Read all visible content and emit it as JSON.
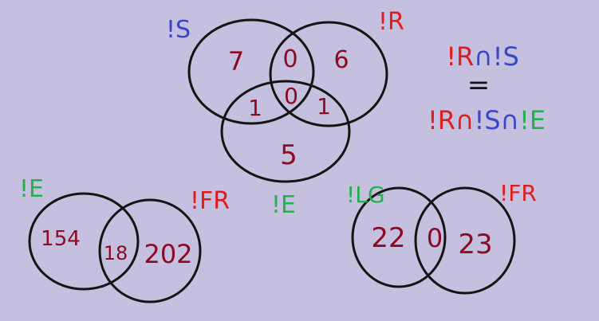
{
  "colors": {
    "background": "#c6c0e0",
    "outline": "#141414",
    "number": "#8c0a22",
    "blue": "#3a46c8",
    "red": "#e01c1c",
    "green": "#22b14c"
  },
  "venn3": {
    "labels": {
      "s": "!S",
      "r": "!R",
      "e": "!E"
    },
    "regions": {
      "s_only": "7",
      "r_only": "6",
      "s_r": "0",
      "s_r_e": "0",
      "s_e": "1",
      "r_e": "1",
      "e_only": "5"
    }
  },
  "equation": {
    "line1": {
      "r": "!R",
      "cap": "∩",
      "s": "!S"
    },
    "equals": "=",
    "line2": {
      "r": "!R",
      "cap1": "∩",
      "s": "!S",
      "cap2": "∩",
      "e": "!E"
    }
  },
  "venn_left": {
    "labels": {
      "a": "!E",
      "b": "!FR"
    },
    "values": {
      "a_only": "154",
      "both": "18",
      "b_only": "202"
    }
  },
  "venn_right": {
    "labels": {
      "a": "!LG",
      "b": "!FR"
    },
    "values": {
      "a_only": "22",
      "both": "0",
      "b_only": "23"
    }
  }
}
